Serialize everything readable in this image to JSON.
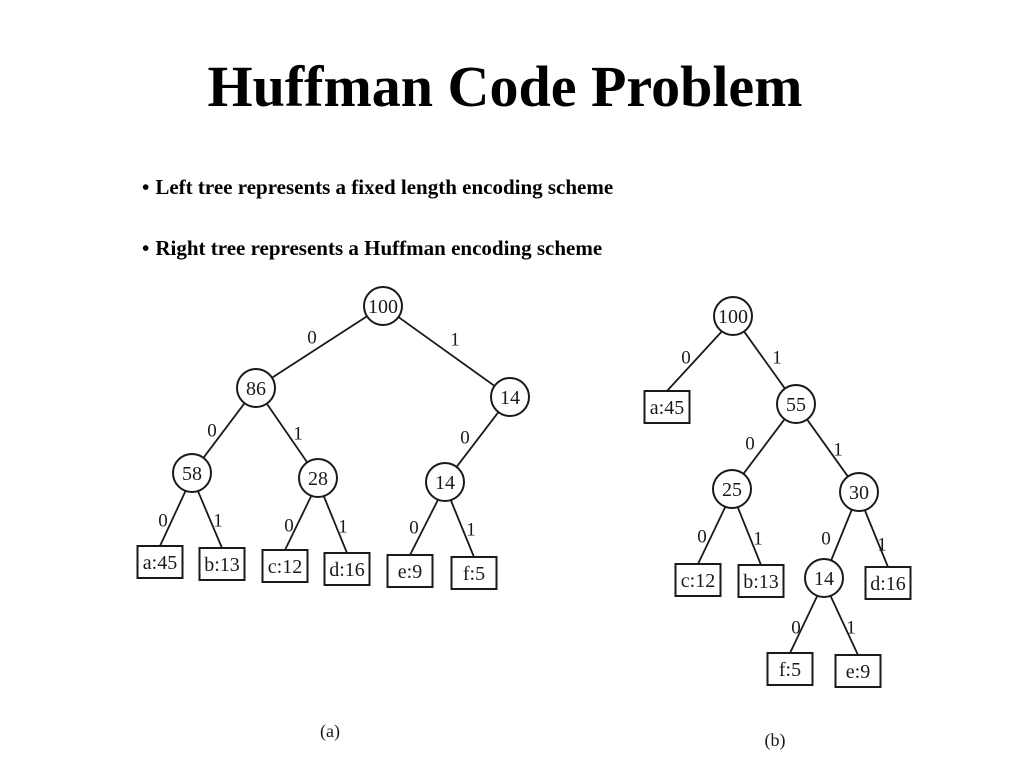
{
  "title": "Huffman Code Problem",
  "bullets": [
    {
      "marker": "•",
      "text": "Left tree represents a fixed length encoding scheme"
    },
    {
      "marker": "•",
      "text": "Right tree represents a Huffman encoding scheme"
    }
  ],
  "trees": [
    {
      "caption": "(a)",
      "nodes": [
        {
          "id": "r",
          "label": "100",
          "kind": "internal"
        },
        {
          "id": "n86",
          "label": "86",
          "kind": "internal"
        },
        {
          "id": "n14a",
          "label": "14",
          "kind": "internal"
        },
        {
          "id": "n58",
          "label": "58",
          "kind": "internal"
        },
        {
          "id": "n28",
          "label": "28",
          "kind": "internal"
        },
        {
          "id": "n14b",
          "label": "14",
          "kind": "internal"
        },
        {
          "id": "la",
          "label": "a:45",
          "kind": "leaf"
        },
        {
          "id": "lb",
          "label": "b:13",
          "kind": "leaf"
        },
        {
          "id": "lc",
          "label": "c:12",
          "kind": "leaf"
        },
        {
          "id": "ld",
          "label": "d:16",
          "kind": "leaf"
        },
        {
          "id": "le",
          "label": "e:9",
          "kind": "leaf"
        },
        {
          "id": "lf",
          "label": "f:5",
          "kind": "leaf"
        }
      ],
      "edges": [
        {
          "from": "r",
          "to": "n86",
          "label": "0"
        },
        {
          "from": "r",
          "to": "n14a",
          "label": "1"
        },
        {
          "from": "n86",
          "to": "n58",
          "label": "0"
        },
        {
          "from": "n86",
          "to": "n28",
          "label": "1"
        },
        {
          "from": "n14a",
          "to": "n14b",
          "label": "0"
        },
        {
          "from": "n58",
          "to": "la",
          "label": "0"
        },
        {
          "from": "n58",
          "to": "lb",
          "label": "1"
        },
        {
          "from": "n28",
          "to": "lc",
          "label": "0"
        },
        {
          "from": "n28",
          "to": "ld",
          "label": "1"
        },
        {
          "from": "n14b",
          "to": "le",
          "label": "0"
        },
        {
          "from": "n14b",
          "to": "lf",
          "label": "1"
        }
      ]
    },
    {
      "caption": "(b)",
      "nodes": [
        {
          "id": "r",
          "label": "100",
          "kind": "internal"
        },
        {
          "id": "la",
          "label": "a:45",
          "kind": "leaf"
        },
        {
          "id": "n55",
          "label": "55",
          "kind": "internal"
        },
        {
          "id": "n25",
          "label": "25",
          "kind": "internal"
        },
        {
          "id": "n30",
          "label": "30",
          "kind": "internal"
        },
        {
          "id": "lc",
          "label": "c:12",
          "kind": "leaf"
        },
        {
          "id": "lb",
          "label": "b:13",
          "kind": "leaf"
        },
        {
          "id": "n14",
          "label": "14",
          "kind": "internal"
        },
        {
          "id": "ld",
          "label": "d:16",
          "kind": "leaf"
        },
        {
          "id": "lf",
          "label": "f:5",
          "kind": "leaf"
        },
        {
          "id": "le",
          "label": "e:9",
          "kind": "leaf"
        }
      ],
      "edges": [
        {
          "from": "r",
          "to": "la",
          "label": "0"
        },
        {
          "from": "r",
          "to": "n55",
          "label": "1"
        },
        {
          "from": "n55",
          "to": "n25",
          "label": "0"
        },
        {
          "from": "n55",
          "to": "n30",
          "label": "1"
        },
        {
          "from": "n25",
          "to": "lc",
          "label": "0"
        },
        {
          "from": "n25",
          "to": "lb",
          "label": "1"
        },
        {
          "from": "n30",
          "to": "n14",
          "label": "0"
        },
        {
          "from": "n30",
          "to": "ld",
          "label": "1"
        },
        {
          "from": "n14",
          "to": "lf",
          "label": "0"
        },
        {
          "from": "n14",
          "to": "le",
          "label": "1"
        }
      ]
    }
  ]
}
